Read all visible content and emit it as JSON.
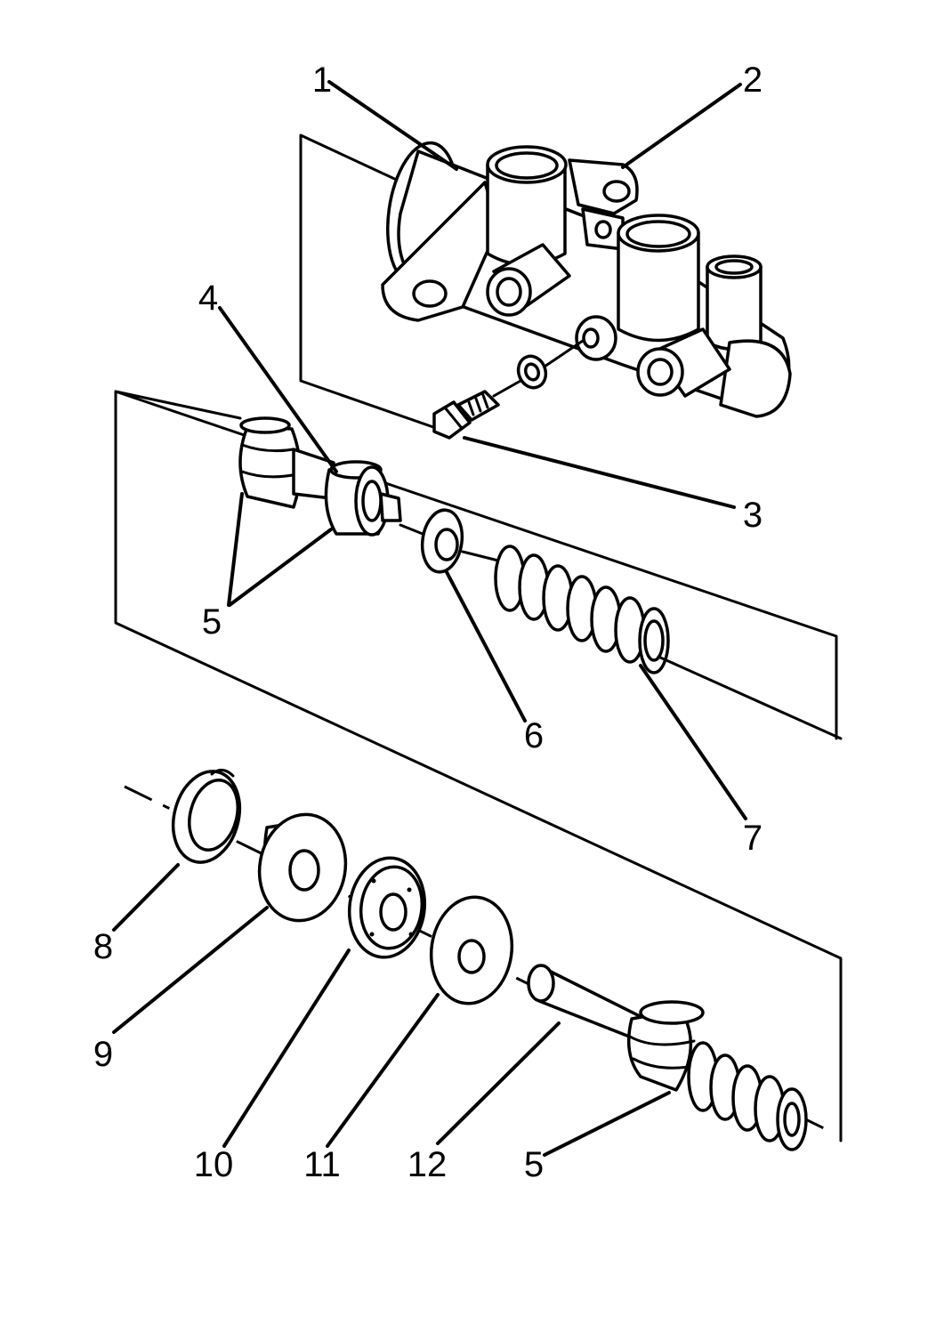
{
  "callouts": [
    {
      "id": "1",
      "label": "1"
    },
    {
      "id": "2",
      "label": "2"
    },
    {
      "id": "3",
      "label": "3"
    },
    {
      "id": "4",
      "label": "4"
    },
    {
      "id": "5a",
      "label": "5"
    },
    {
      "id": "6",
      "label": "6"
    },
    {
      "id": "7",
      "label": "7"
    },
    {
      "id": "8",
      "label": "8"
    },
    {
      "id": "9",
      "label": "9"
    },
    {
      "id": "10",
      "label": "10"
    },
    {
      "id": "11",
      "label": "11"
    },
    {
      "id": "12",
      "label": "12"
    },
    {
      "id": "5b",
      "label": "5"
    }
  ]
}
